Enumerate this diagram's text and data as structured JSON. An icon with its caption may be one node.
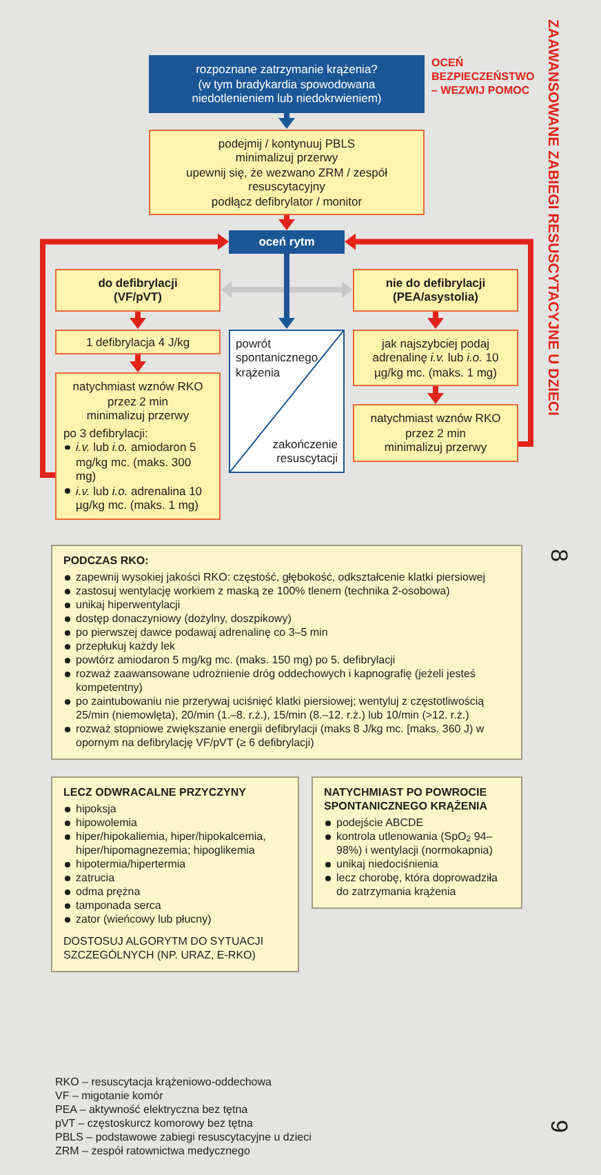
{
  "diagram": {
    "title": "ZAAWANSOWANE ZABIEGI RESUSCYTACYJNE U DZIECI",
    "nodes": [
      {
        "text": [
          "rozpoznane zatrzymanie krążenia?",
          "(w tym bradykardia spowodowana niedotlenieniem lub niedokrwieniem)"
        ],
        "beside": [
          "OCEŃ BEZPIECZEŃSTWO – WEZWIJ POMOC"
        ]
      },
      {
        "text": [
          "podejmij / kontynuuj PBLS",
          "minimalizuj przerwy",
          "upewnij się, że wezwano ZRM / zespół resuscytacyjny",
          "podłącz defibrylator / monitor"
        ]
      },
      {
        "text": [
          "oceń rytm"
        ]
      },
      {
        "text": [
          "do defibrylacji",
          "(VF/pVT)"
        ]
      },
      {
        "text": [
          "nie do defibrylacji",
          "(PEA/asystolia)"
        ]
      },
      {
        "text": [
          "1 defibrylacja 4 J/kg"
        ]
      },
      {
        "text": [
          "powrót spontanicznego krążenia",
          "zakończenie resuscytacji"
        ]
      },
      {
        "text": [
          "jak najszybciej podaj adrenalinę *i.v.* lub *i.o.* 10 µg/kg mc. (maks. 1 mg)"
        ]
      },
      {
        "text": [
          "natychmiast wznów RKO przez 2 min",
          "minimalizuj przerwy",
          "po 3 defibrylacji:",
          "*i.v.* lub *i.o.* amiodaron 5 mg/kg mc. (maks. 300 mg)",
          "*i.v.* lub *i.o.* adrenalina 10 µg/kg mc. (maks. 1 mg)"
        ]
      },
      {
        "text": [
          "natychmiast wznów RKO przez 2 min",
          "minimalizuj przerwy"
        ]
      },
      {
        "text": [
          "PODCZAS RKO:",
          "zapewnij wysokiej jakości RKO: częstość, głębokość, odkształcenie klatki piersiowej",
          "zastosuj wentylację workiem z maską ze 100% tlenem (technika 2-osobowa)",
          "unikaj hiperwentylacji",
          "dostęp donaczyniowy (dożylny, doszpikowy)",
          "po pierwszej dawce podawaj adrenalinę co 3–5 min",
          "przepłukuj każdy lek",
          "powtórz amiodaron 5 mg/kg mc. (maks. 150 mg) po 5. defibrylacji",
          "rozważ zaawansowane udrożnienie dróg oddechowych i kapnografię (jeżeli jesteś kompetentny)",
          "po zaintubowaniu nie przerywaj uciśnięć klatki piersiowej; wentyluj z częstotliwością 25/min (niemowlęta), 20/min (1.–8. r.ż.), 15/min (8.–12. r.ż.) lub 10/min (>12. r.ż.)",
          "rozważ stopniowe zwiększanie energii defibrylacji (maks 8 J/kg mc. [maks. 360 J) w opornym na defibrylację VF/pVT (≥ 6 defibrylacji)"
        ]
      },
      {
        "text": [
          "LECZ ODWRACALNE PRZYCZYNY",
          "hipoksja",
          "hipowolemia",
          "hiper/hipokaliemia, hiper/hipokalcemia, hiper/hipomagnezemia; hipoglikemia",
          "hipotermia/hipertermia",
          "zatrucia",
          "odma prężna",
          "tamponada serca",
          "zator (wieńcowy lub płucny)",
          "DOSTOSUJ ALGORYTM DO SYTUACJI SZCZEGÓLNYCH (NP. URAZ, E-RKO)"
        ]
      },
      {
        "text": [
          "NATYCHMIAST PO POWROCIE SPONTANICZNEGO KRĄŻENIA",
          "podejście ABCDE",
          "kontrola utlenowania (SpO$_{2}$ 94–98%) i wentylacji (normokapnia)",
          "unikaj niedociśnienia",
          "lecz chorobę, która doprowadziła do zatrzymania krążenia"
        ]
      }
    ],
    "edges": [
      {
        "from": 0,
        "to": 1,
        "arrow": "to",
        "color": "#1b5796"
      },
      {
        "from": 1,
        "to": 2,
        "arrow": "to"
      },
      {
        "from": 3,
        "to": 4,
        "arrow": "both",
        "color": "#c9c9c9"
      },
      {
        "from": 2,
        "to": 6,
        "arrow": "to",
        "color": "#1b5796"
      },
      {
        "from": 3,
        "to": 5,
        "arrow": "to"
      },
      {
        "from": 5,
        "to": 8,
        "arrow": "to"
      },
      {
        "from": 4,
        "to": 7,
        "arrow": "to"
      },
      {
        "from": 7,
        "to": 9,
        "arrow": "to"
      },
      {
        "from": 8,
        "to": 2,
        "arrow": "to"
      },
      {
        "from": 9,
        "to": 2,
        "arrow": "to"
      }
    ],
    "labels": [
      "8",
      "RKO – resuscytacja krążeniowo-oddechowa",
      "VF – migotanie komór",
      "PEA – aktywność elektryczna bez tętna",
      "pVT – częstoskurcz komorowy bez tętna",
      "PBLS – podstawowe zabiegi resuscytacyjne u dzieci",
      "ZRM – zespół ratownictwa medycznego",
      "9"
    ]
  }
}
